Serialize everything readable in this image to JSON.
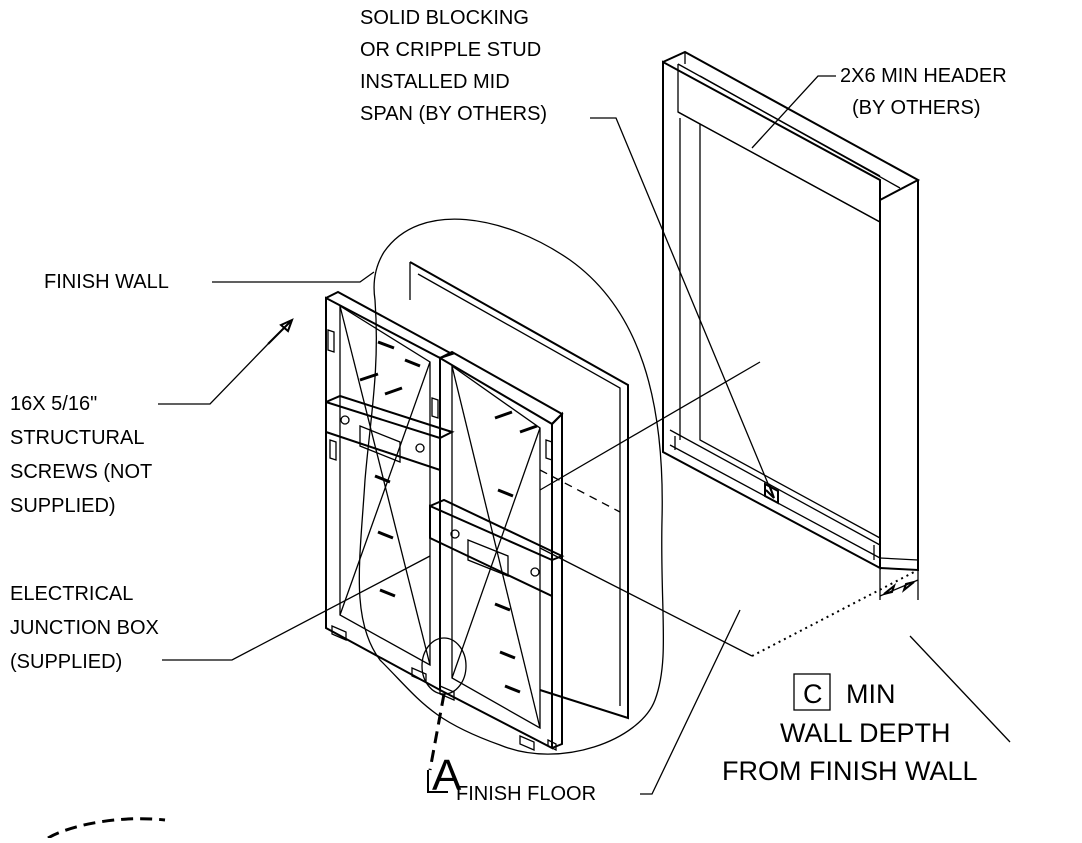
{
  "callouts": {
    "solid_blocking": [
      "SOLID BLOCKING",
      "OR CRIPPLE STUD",
      "INSTALLED MID",
      "SPAN (BY OTHERS)"
    ],
    "header": [
      "2X6 MIN HEADER",
      "(BY OTHERS)"
    ],
    "finish_wall": "FINISH WALL",
    "screws": [
      "16X 5/16\"",
      "STRUCTURAL",
      "SCREWS (NOT",
      "SUPPLIED)"
    ],
    "junction_box": [
      "ELECTRICAL",
      "JUNCTION BOX",
      "(SUPPLIED)"
    ],
    "wall_depth": {
      "dimension_tag": "C",
      "min": "MIN",
      "line2": "WALL DEPTH",
      "line3": "FROM FINISH WALL"
    },
    "finish_floor": "FINISH FLOOR",
    "detail_marker": "A"
  }
}
